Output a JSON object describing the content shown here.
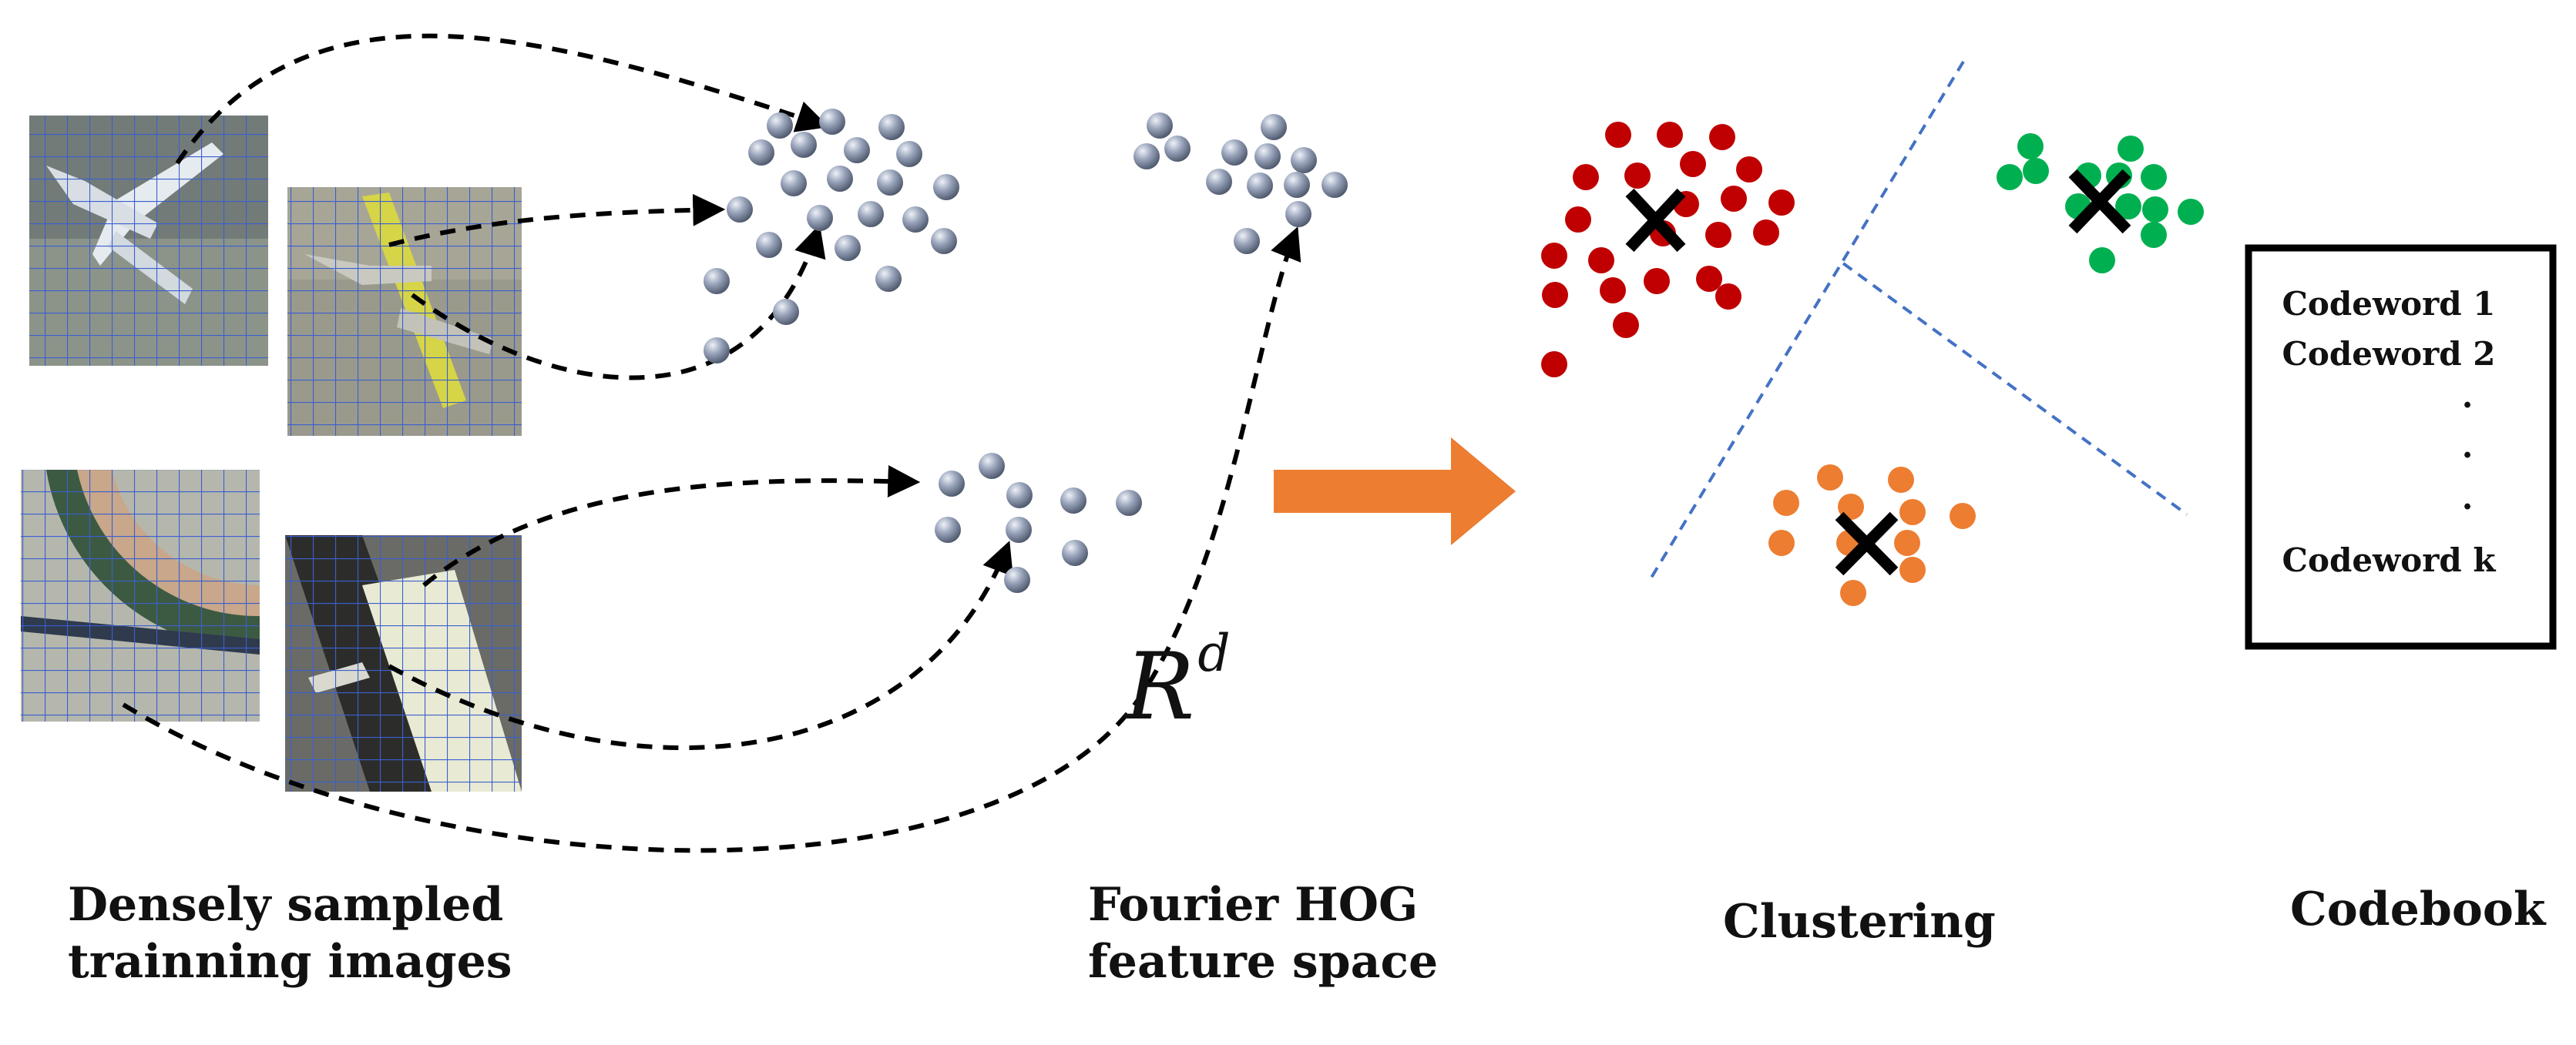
{
  "captions": {
    "images_line1": "Densely sampled",
    "images_line2": "trainning images",
    "feature_line1": "Fourier HOG",
    "feature_line2": "feature space",
    "clustering": "Clustering",
    "codebook": "Codebook"
  },
  "feature_space_symbol": {
    "base": "R",
    "superscript": "d"
  },
  "codebook_entries": [
    "Codeword 1",
    "Codeword 2",
    ".",
    ".",
    ".",
    "Codeword k"
  ],
  "colors": {
    "feature_dot": "#8591a8",
    "cluster_red": "#c00000",
    "cluster_green": "#00b050",
    "cluster_orange": "#ed7d31",
    "arrow_orange": "#ed7d31",
    "divider_blue": "#4472c4",
    "grid_blue": "#3a5fd0"
  },
  "icons": {
    "centroid": "x-mark-icon",
    "process_arrow": "arrow-right-icon"
  }
}
